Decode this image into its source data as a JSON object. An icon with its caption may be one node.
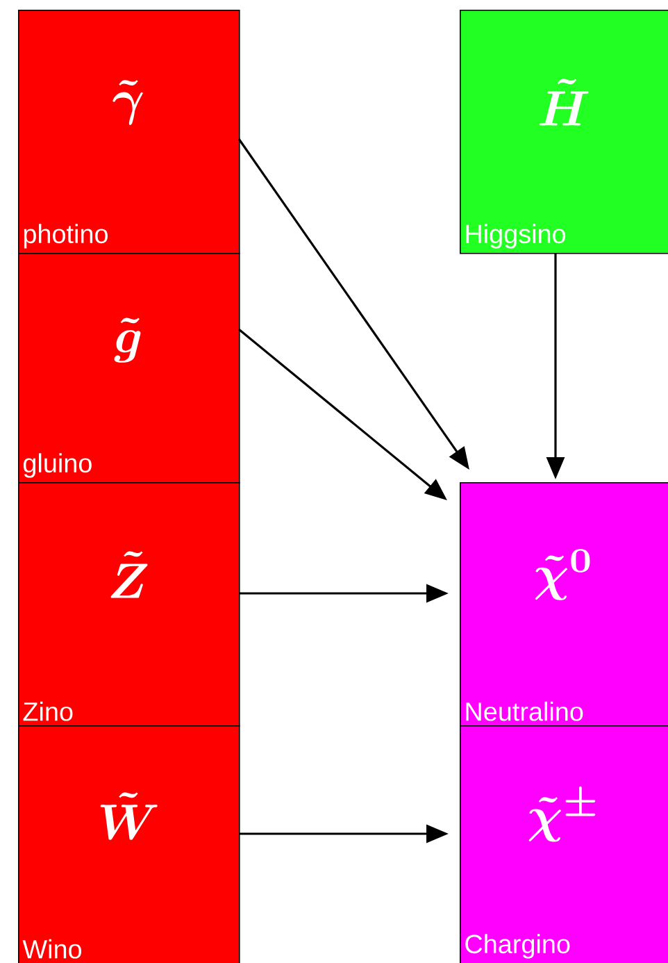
{
  "diagram": {
    "nodes": [
      {
        "text": [
          "\\tilde{\\gamma}",
          "photino"
        ]
      },
      {
        "text": [
          "\\tilde{H}",
          "Higgsino"
        ]
      },
      {
        "text": [
          "\\tilde{g}",
          "gluino"
        ]
      },
      {
        "text": [
          "\\tilde{Z}",
          "Zino"
        ]
      },
      {
        "text": [
          "\\tilde{\\chi}^{0}",
          "Neutralino"
        ]
      },
      {
        "text": [
          "\\tilde{W}",
          "Wino"
        ]
      },
      {
        "text": [
          "\\tilde{\\chi}^{\\pm}",
          "Chargino"
        ]
      }
    ],
    "edges": [
      {
        "from": 0,
        "to": 4,
        "arrow": "to"
      },
      {
        "from": 1,
        "to": 4,
        "arrow": "to"
      },
      {
        "from": 2,
        "to": 4,
        "arrow": "to"
      },
      {
        "from": 3,
        "to": 4,
        "arrow": "to"
      },
      {
        "from": 5,
        "to": 6,
        "arrow": "to"
      }
    ]
  }
}
